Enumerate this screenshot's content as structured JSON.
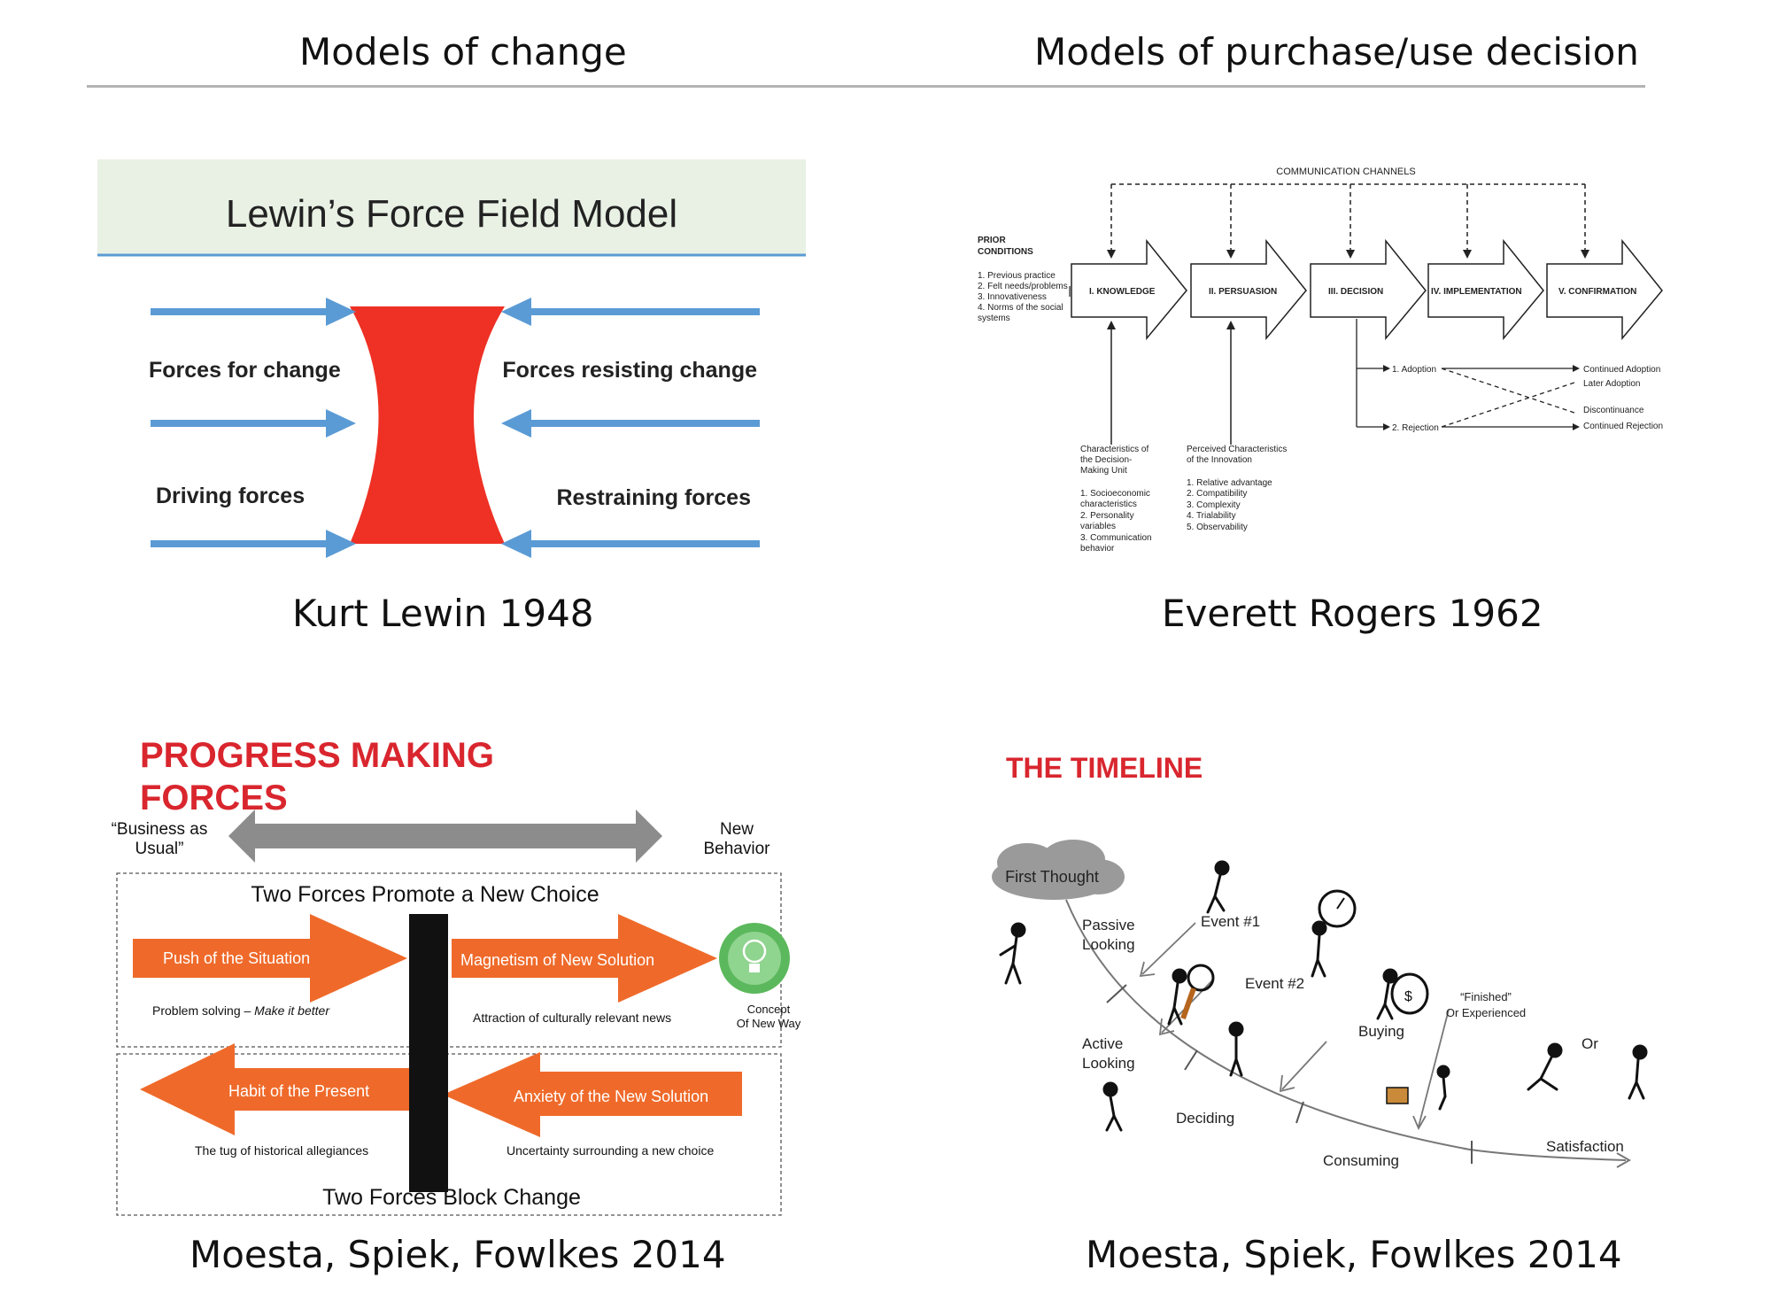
{
  "columns": {
    "left_heading": "Models of change",
    "right_heading": "Models of purchase/use decision"
  },
  "lewin": {
    "title": "Lewin’s Force Field Model",
    "forces_for_change": "Forces for change",
    "forces_resisting_change": "Forces resisting change",
    "driving_forces": "Driving forces",
    "restraining_forces": "Restraining forces",
    "caption": "Kurt Lewin 1948",
    "colors": {
      "arrow": "#5b9bd5",
      "field": "#ee3124",
      "header_bg": "#e8f1e4"
    }
  },
  "rogers": {
    "channels": "COMMUNICATION CHANNELS",
    "prior_conditions": [
      "PRIOR",
      "CONDITIONS"
    ],
    "prior_items": [
      "1.  Previous practice",
      "2.  Felt needs/problems",
      "3.  Innovativeness",
      "4.  Norms of the social",
      "     systems"
    ],
    "stages": [
      "I.  KNOWLEDGE",
      "II.  PERSUASION",
      "III. DECISION",
      "IV. IMPLEMENTATION",
      "V.  CONFIRMATION"
    ],
    "adoption": "1.  Adoption",
    "rejection": "2.  Rejection",
    "outcomes": [
      "Continued Adoption",
      "Later Adoption",
      "Discontinuance",
      "Continued Rejection"
    ],
    "unit_title": [
      "Characteristics of",
      "the Decision-",
      "Making Unit"
    ],
    "unit_items": [
      "1.  Socioeconomic",
      "     characteristics",
      "2.  Personality",
      "     variables",
      "3.  Communication",
      "     behavior"
    ],
    "innov_title": [
      "Perceived Characteristics",
      "of the Innovation"
    ],
    "innov_items": [
      "1.  Relative advantage",
      "2.  Compatibility",
      "3.  Complexity",
      "4.  Trialability",
      "5.  Observability"
    ],
    "caption": "Everett Rogers 1962"
  },
  "progress": {
    "title_line1": "PROGRESS MAKING",
    "title_line2": "FORCES",
    "left_label": [
      "“Business as",
      "Usual”"
    ],
    "right_label": [
      "New",
      "Behavior"
    ],
    "promote_title": "Two Forces Promote a New Choice",
    "push": "Push of the Situation",
    "push_sub_plain": "Problem solving – ",
    "push_sub_italic": "Make it better",
    "magnetism": "Magnetism of New Solution",
    "magnetism_sub": "Attraction of culturally relevant news",
    "concept": [
      "Concept",
      "Of New Way"
    ],
    "habit": "Habit of the Present",
    "habit_sub": "The tug of historical allegiances",
    "anxiety": "Anxiety of the New Solution",
    "anxiety_sub": "Uncertainty surrounding a new choice",
    "block_title": "Two Forces Block Change",
    "caption": "Moesta, Spiek, Fowlkes 2014",
    "colors": {
      "title": "#d9262e",
      "arrow": "#ef6a2a",
      "bar": "#111111",
      "gray": "#8c8c8c",
      "bulb": "#5cb85c"
    }
  },
  "timeline": {
    "title": "THE TIMELINE",
    "first_thought": "First Thought",
    "passive": [
      "Passive",
      "Looking"
    ],
    "event1": "Event #1",
    "event2": "Event #2",
    "active": [
      "Active",
      "Looking"
    ],
    "buying": "Buying",
    "deciding": "Deciding",
    "consuming": "Consuming",
    "finished": [
      "“Finished”",
      "Or Experienced"
    ],
    "or": "Or",
    "satisfaction": "Satisfaction",
    "caption": "Moesta, Spiek, Fowlkes 2014",
    "colors": {
      "title": "#d9262e",
      "cloud": "#9a9a9a"
    }
  }
}
